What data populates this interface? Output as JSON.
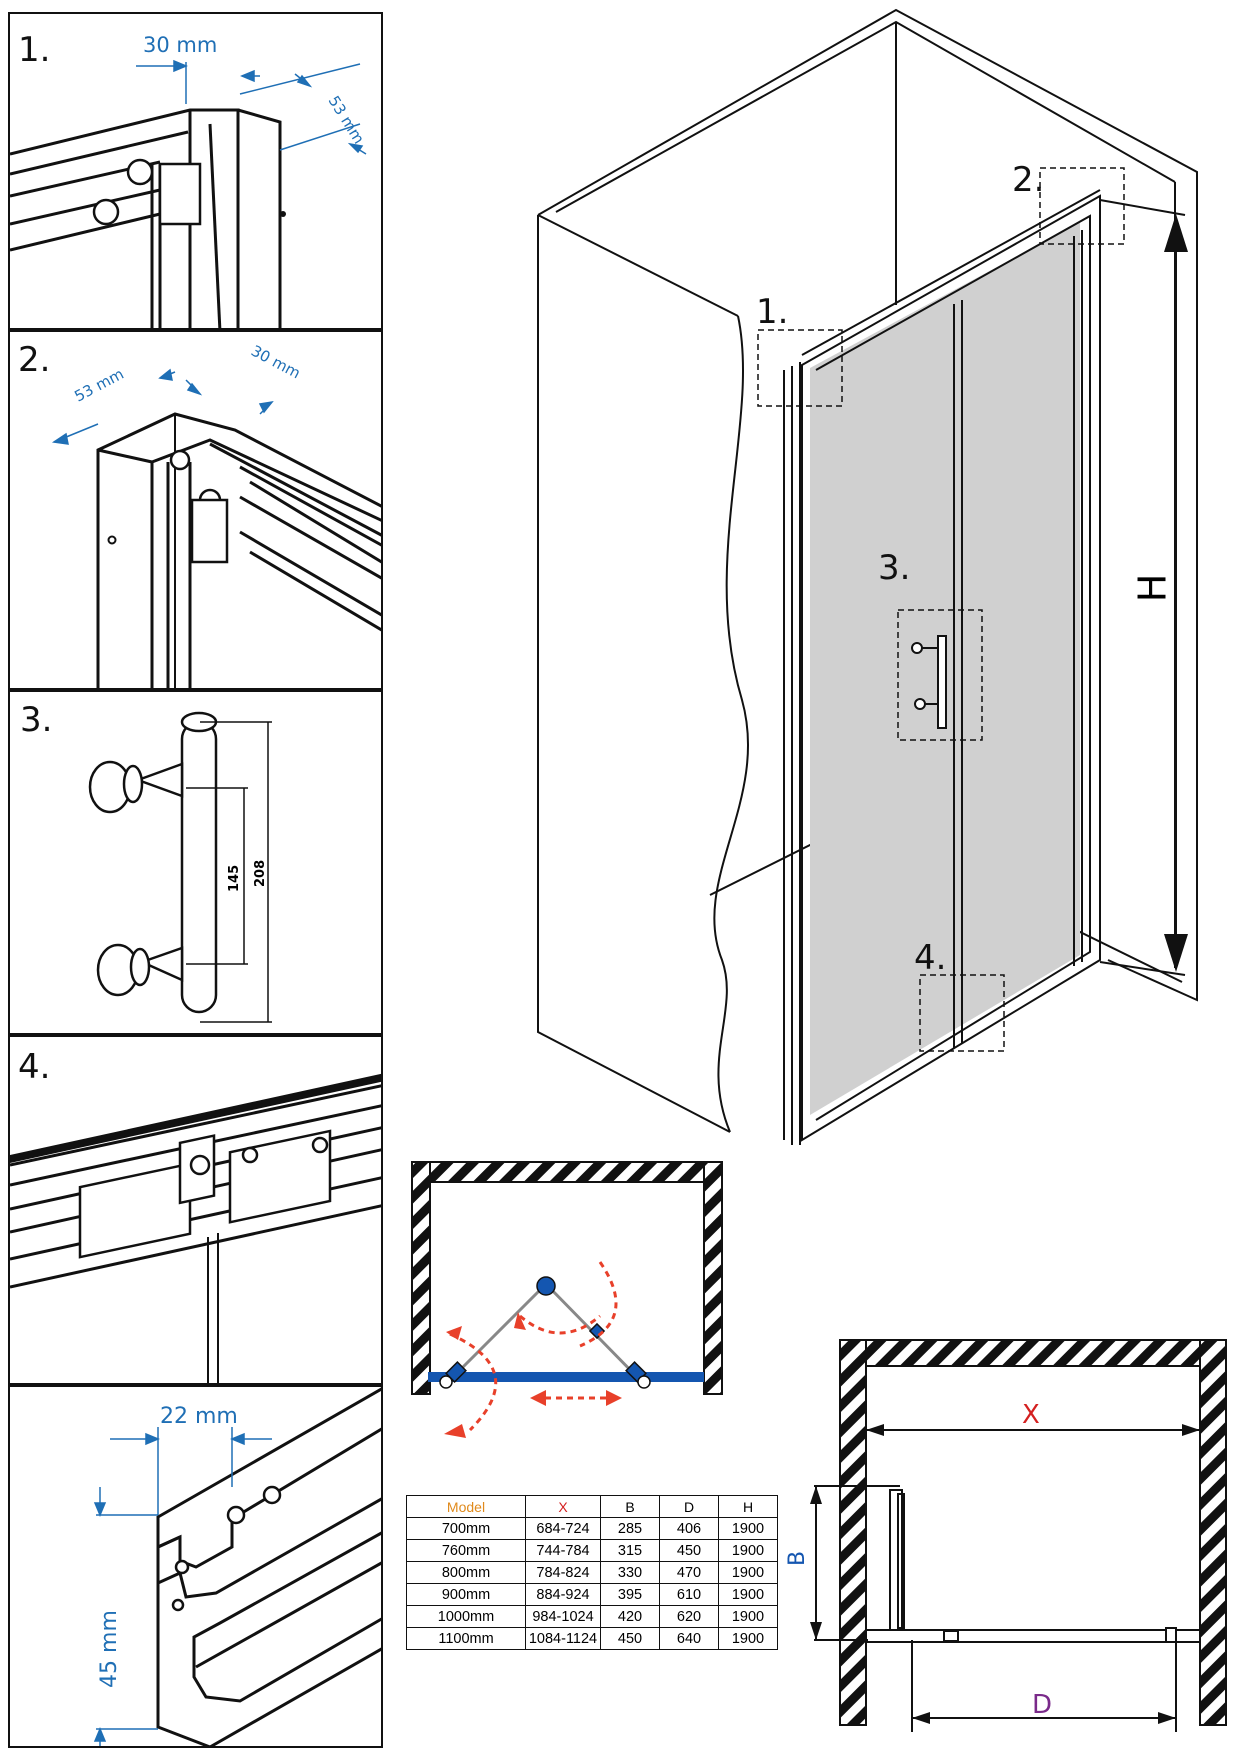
{
  "detail_panels": [
    {
      "number": "1.",
      "dims": [
        "30 mm",
        "53 mm"
      ]
    },
    {
      "number": "2.",
      "dims": [
        "53 mm",
        "30 mm"
      ]
    },
    {
      "number": "3.",
      "dims": [
        "145",
        "208"
      ]
    },
    {
      "number": "4.",
      "dims": []
    },
    {
      "number": "",
      "dims": [
        "22 mm",
        "45 mm"
      ]
    }
  ],
  "enclosure": {
    "callouts": [
      "1.",
      "2.",
      "3.",
      "4."
    ],
    "height_label": "H"
  },
  "plan": {
    "x_label": "X",
    "b_label": "B",
    "d_label": "D"
  },
  "colors": {
    "dimension": "#1f6fb5",
    "x_label": "#d42020",
    "d_label": "#7a2a8a",
    "track": "#1456b0",
    "arrows": "#e8402a",
    "model_header": "#e08a1c"
  },
  "table": {
    "headers": [
      "Model",
      "X",
      "B",
      "D",
      "H"
    ],
    "rows": [
      [
        "700mm",
        "684-724",
        "285",
        "406",
        "1900"
      ],
      [
        "760mm",
        "744-784",
        "315",
        "450",
        "1900"
      ],
      [
        "800mm",
        "784-824",
        "330",
        "470",
        "1900"
      ],
      [
        "900mm",
        "884-924",
        "395",
        "610",
        "1900"
      ],
      [
        "1000mm",
        "984-1024",
        "420",
        "620",
        "1900"
      ],
      [
        "1100mm",
        "1084-1124",
        "450",
        "640",
        "1900"
      ]
    ]
  }
}
